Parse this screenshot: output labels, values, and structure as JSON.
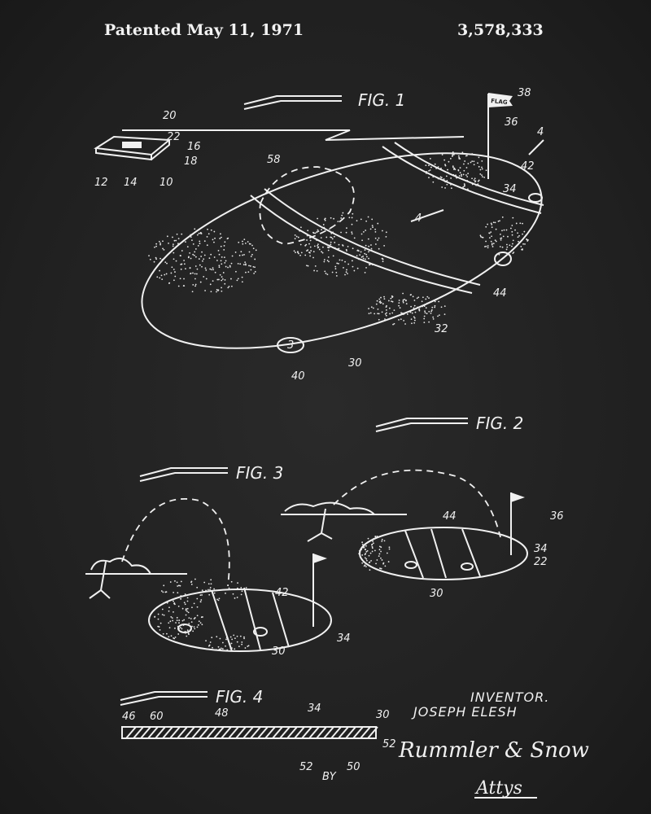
{
  "header": {
    "patented": "Patented  May 11, 1971",
    "patent_number": "3,578,333"
  },
  "figures": {
    "fig1": "FIG. 1",
    "fig2": "FIG. 2",
    "fig3": "FIG. 3",
    "fig4": "FIG. 4"
  },
  "flag_text": "FLAG",
  "callouts": {
    "fig1": [
      "20",
      "22",
      "16",
      "18",
      "12",
      "14",
      "10",
      "58",
      "38",
      "36",
      "4",
      "42",
      "34",
      "4",
      "44",
      "32",
      "3",
      "40",
      "30"
    ],
    "fig3": [
      "42",
      "34",
      "30"
    ],
    "fig2": [
      "44",
      "36",
      "34",
      "22",
      "30"
    ],
    "fig4": [
      "46",
      "60",
      "48",
      "34",
      "30",
      "52",
      "52",
      "BY",
      "50"
    ]
  },
  "inventor": {
    "label": "INVENTOR.",
    "name": "JOSEPH ELESH"
  },
  "signature": "Rummler & Snow",
  "attorneys": "Attys"
}
